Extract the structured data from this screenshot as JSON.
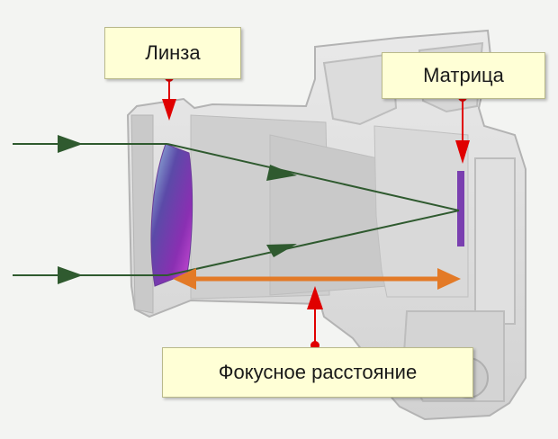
{
  "labels": {
    "lens": "Линза",
    "sensor": "Матрица",
    "focal_length": "Фокусное расстояние"
  },
  "colors": {
    "background": "#f3f4f2",
    "label_fill": "#ffffd6",
    "pointer": "#e00000",
    "ray": "#2f5a2f",
    "focal_arrow": "#e37a27",
    "sensor": "#7a3fb0",
    "lens": "#7b3fb5",
    "body_outline": "#b3b3b3"
  },
  "icons": {
    "camera": "camera-cutaway-icon",
    "lens": "lens-element-icon",
    "sensor": "image-sensor-icon"
  }
}
